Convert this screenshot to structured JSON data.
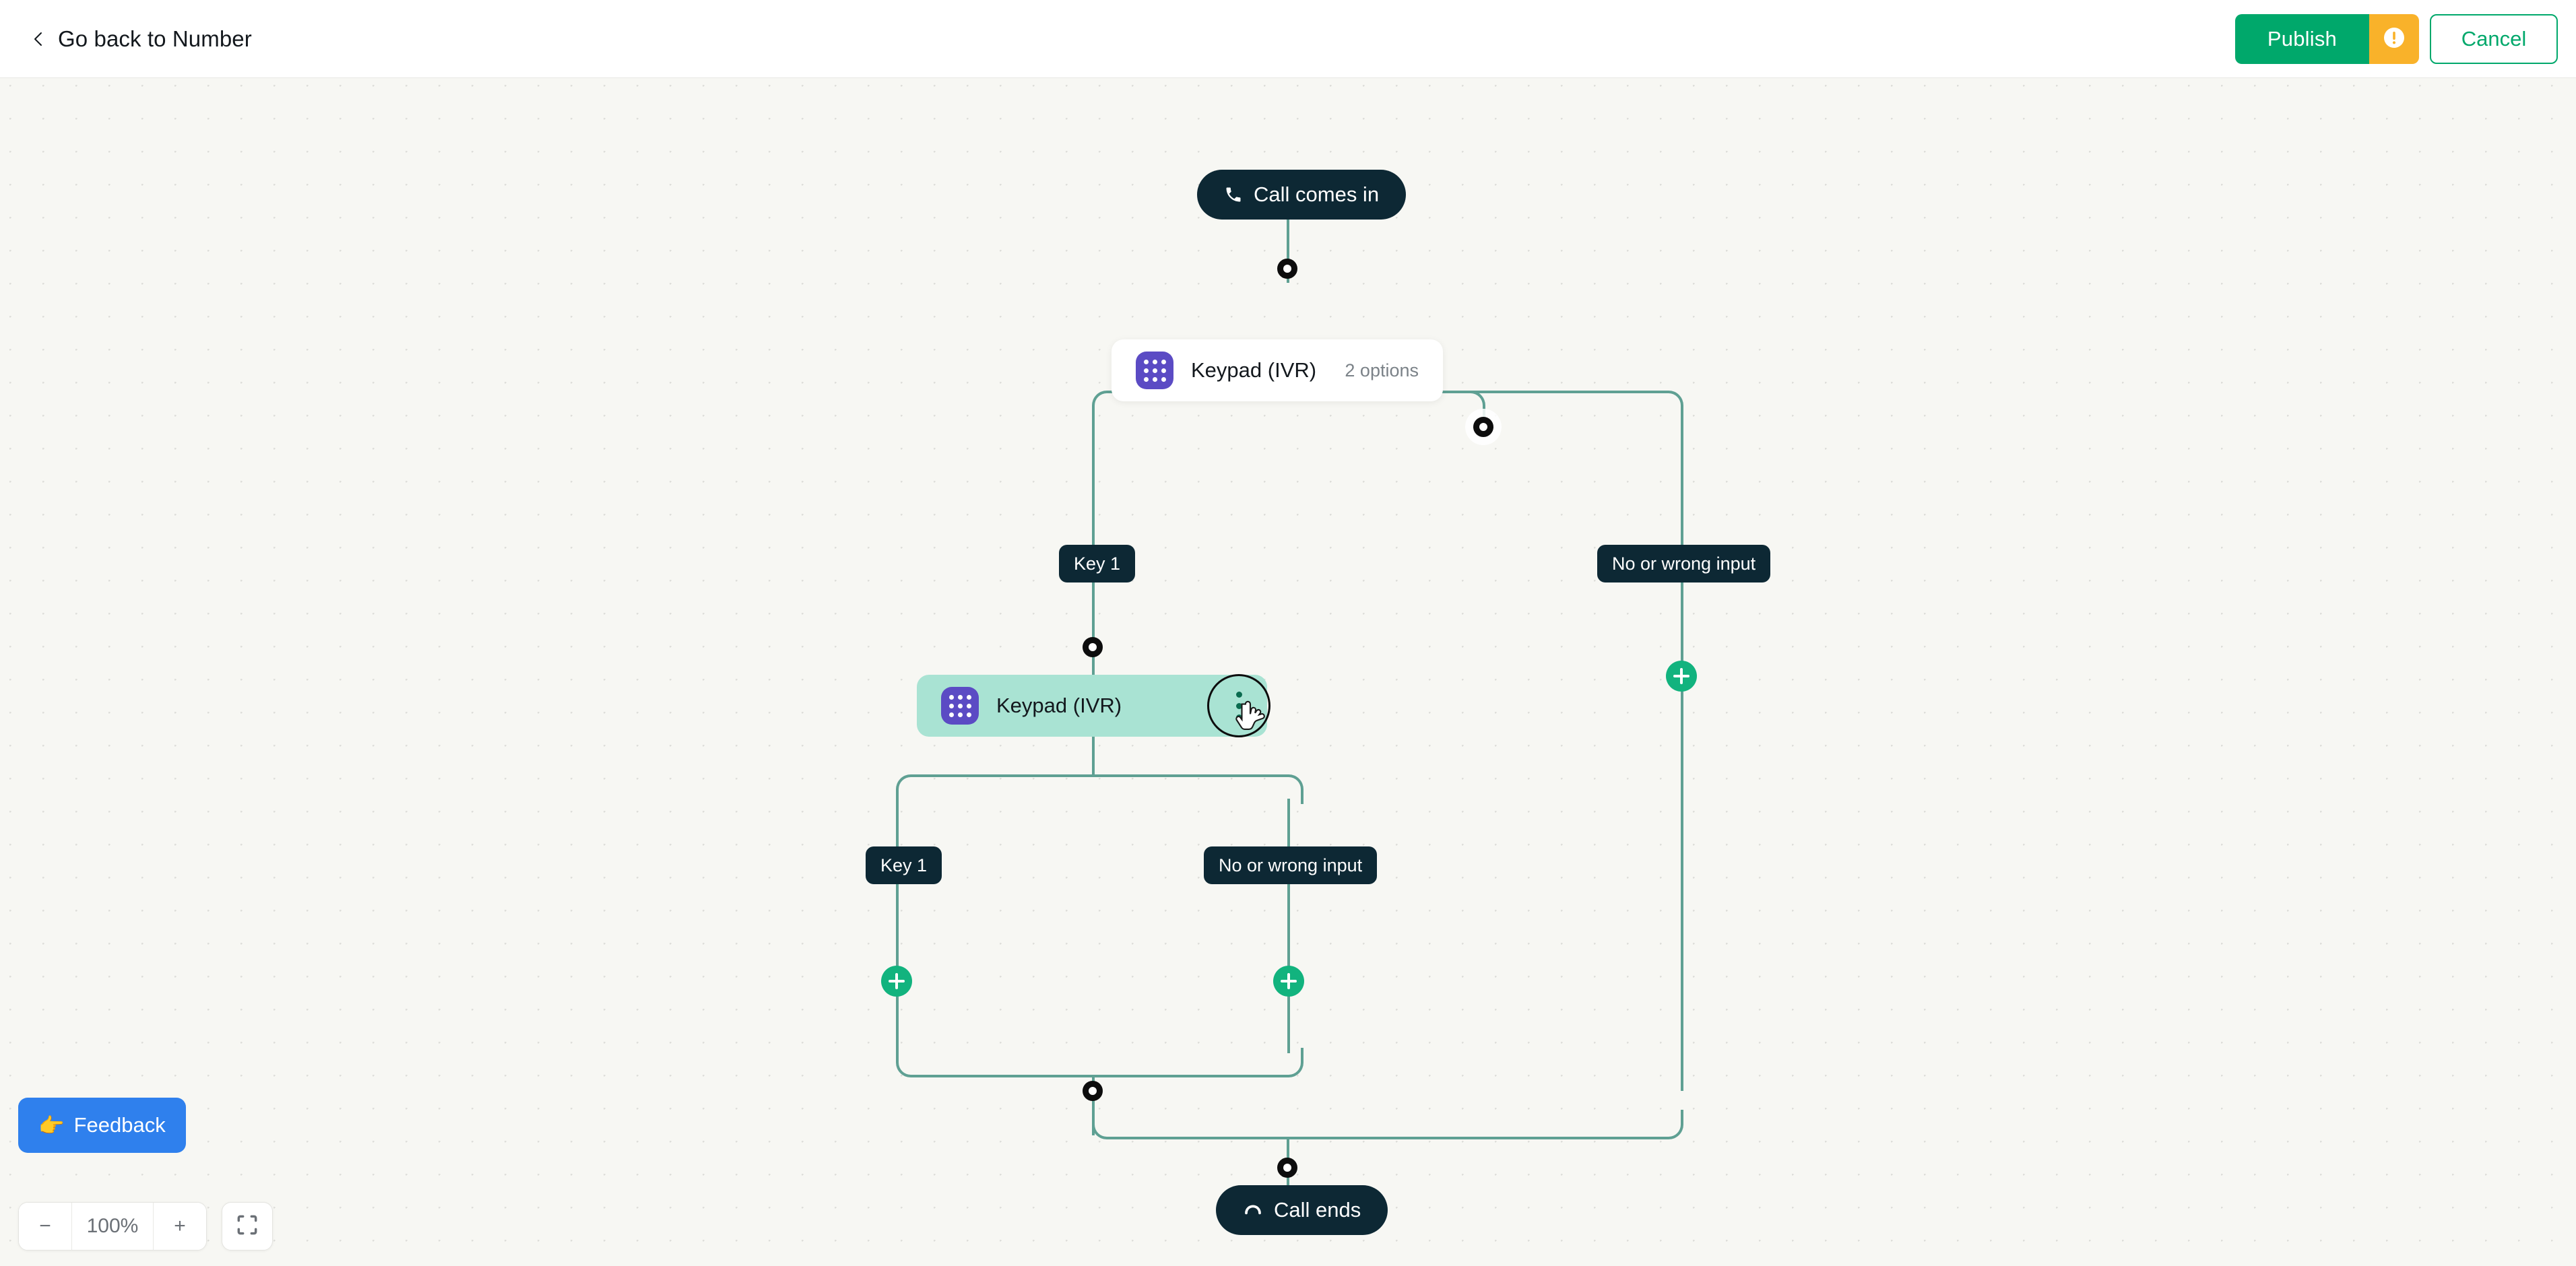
{
  "topbar": {
    "back_label": "Go back to Number",
    "back_icon": "chevron-left-icon",
    "publish_label": "Publish",
    "publish_warning_icon": "warning-exclamation-icon",
    "cancel_label": "Cancel",
    "publish_color": "#00a86b",
    "warning_color": "#f9b22a"
  },
  "flow": {
    "start_node": {
      "label": "Call comes in",
      "icon": "phone-icon"
    },
    "end_node": {
      "label": "Call ends",
      "icon": "phone-hangup-icon"
    },
    "nodes": [
      {
        "id": "ivr-root",
        "title": "Keypad (IVR)",
        "meta": "2 options",
        "icon": "keypad-icon",
        "selected": false
      },
      {
        "id": "ivr-child",
        "title": "Keypad (IVR)",
        "meta": "",
        "icon": "keypad-icon",
        "selected": true,
        "menu_icon": "more-vertical-icon"
      }
    ],
    "branch_labels": {
      "root_key1": "Key 1",
      "root_fallback": "No or wrong input",
      "child_key1": "Key 1",
      "child_fallback": "No or wrong input"
    },
    "add_buttons": [
      {
        "id": "add-root-fallback",
        "icon": "plus-icon"
      },
      {
        "id": "add-child-key1",
        "icon": "plus-icon"
      },
      {
        "id": "add-child-fallback",
        "icon": "plus-icon"
      }
    ],
    "connector_color": "#5fa093",
    "selected_card_color": "#a9e3d3",
    "accent_color": "#12b37e"
  },
  "footer": {
    "feedback_label": "Feedback",
    "feedback_icon": "pointing-hand-emoji",
    "zoom_out_label": "−",
    "zoom_value": "100%",
    "zoom_in_label": "+",
    "fit_icon": "fit-to-screen-icon"
  }
}
